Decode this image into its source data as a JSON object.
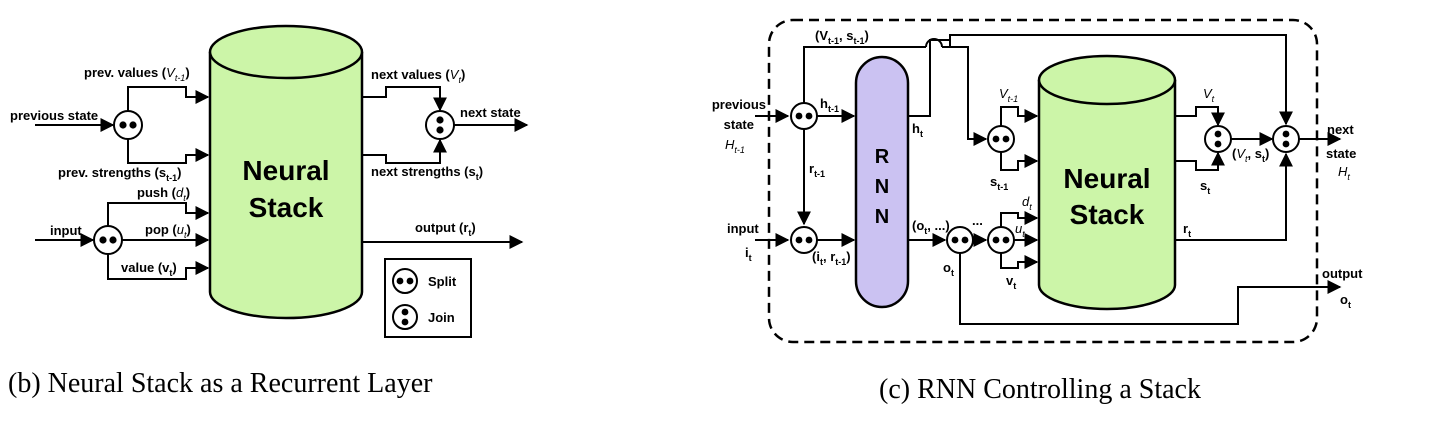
{
  "colors": {
    "stack_fill": "#ccf5a8",
    "rnn_fill": "#cbc2f2",
    "line": "#000000"
  },
  "left": {
    "prev_values": "prev. values (",
    "V": "V",
    "tm1": "t-1",
    "close": ")",
    "previous_state": "previous state",
    "prev_strengths": "prev. strengths (s",
    "push": "push (",
    "d": "d",
    "t": "t",
    "input": "input",
    "pop": "pop (",
    "u": "u",
    "value": "value (v",
    "stack_l1": "Neural",
    "stack_l2": "Stack",
    "next_values": "next values (",
    "next_state": "next state",
    "next_strengths": "next strengths (s",
    "output": "output (r",
    "legend_split": "Split",
    "legend_join": "Join",
    "caption": "(b) Neural Stack as a Recurrent Layer"
  },
  "right": {
    "vs_tm1_open": "(V",
    "s": "s",
    "previous": "previous",
    "state": "state",
    "H": "H",
    "h": "h",
    "tm1": "t-1",
    "r": "r",
    "rnn_r": "R",
    "rnn_n1": "N",
    "rnn_n2": "N",
    "input": "input",
    "i": "i",
    "it_open": "(i",
    "ot_open": "(o",
    "ot_more": ", ...)",
    "ellipsis": "...",
    "o": "o",
    "V": "V",
    "d": "d",
    "u": "u",
    "v": "v",
    "t": "t",
    "stack_l1": "Neural",
    "stack_l2": "Stack",
    "next": "next",
    "output": "output",
    "caption": "(c) RNN Controlling a Stack"
  }
}
